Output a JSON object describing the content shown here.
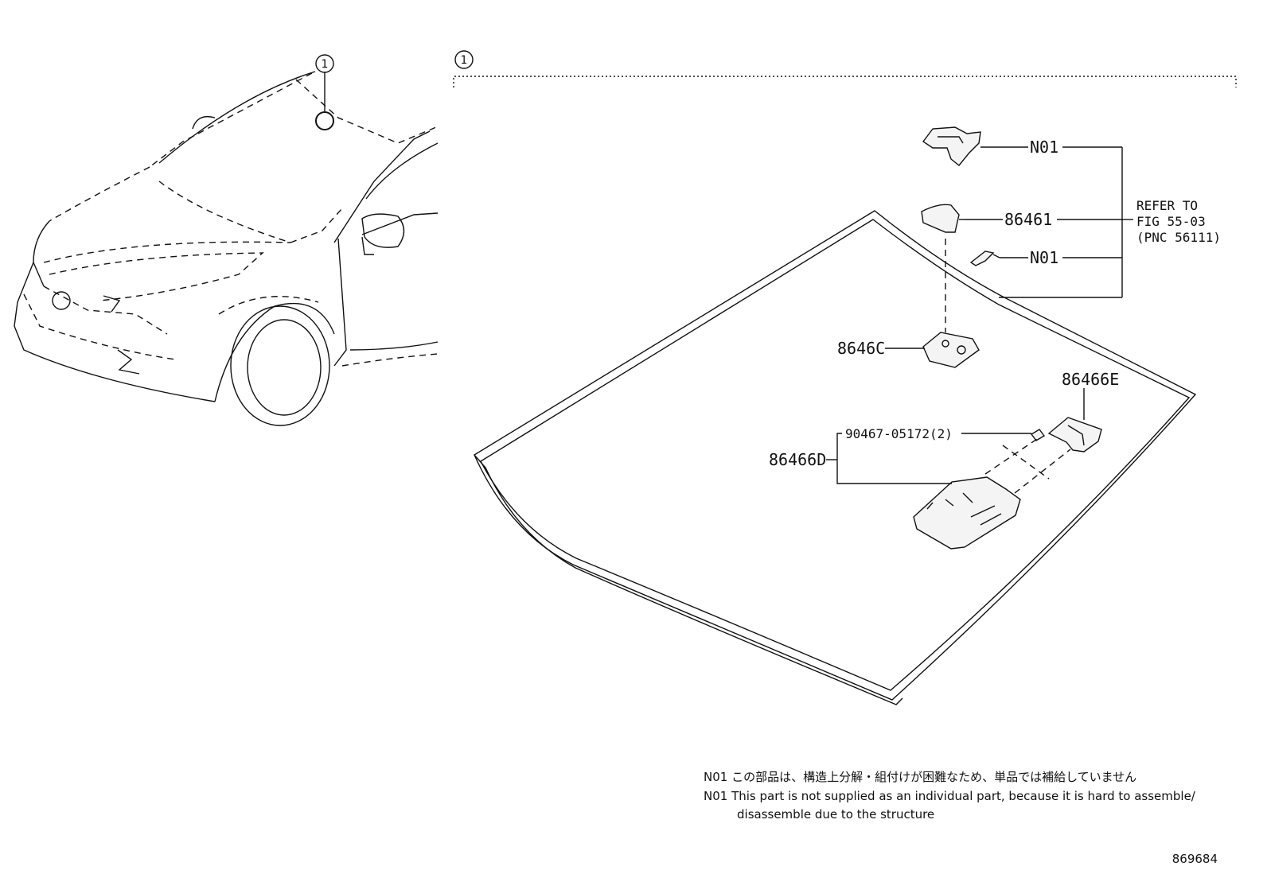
{
  "callouts": {
    "car_callout": "1",
    "group_callout": "1"
  },
  "labels": {
    "n01_top": "N01",
    "p86461": "86461",
    "n01_mid": "N01",
    "p8646c": "8646C",
    "p86466e": "86466E",
    "p90467": "90467-05172(2)",
    "p86466d": "86466D"
  },
  "reference": {
    "line1": "REFER TO",
    "line2": "FIG 55-03",
    "line3": "(PNC 56111)"
  },
  "notes": {
    "jp": "N01 この部品は、構造上分解・組付けが困難なため、単品では補給していません",
    "en_line1": "N01 This part is not supplied as an individual part, because it is hard to assemble/",
    "en_line2": "disassemble due to the structure"
  },
  "figure_number": "869684"
}
